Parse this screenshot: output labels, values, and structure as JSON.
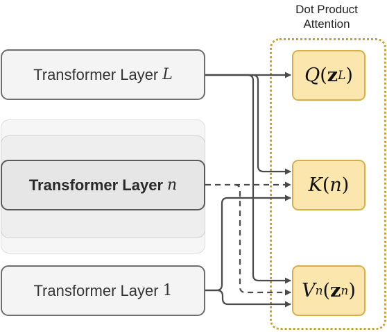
{
  "attention": {
    "title_line1": "Dot Product",
    "title_line2": "Attention",
    "query": {
      "func": "Q",
      "arg": "z",
      "sub": "L"
    },
    "key": {
      "func": "K",
      "arg": "n"
    },
    "value": {
      "func": "V",
      "func_sub": "n",
      "arg": "z",
      "sub": "n"
    }
  },
  "layers": {
    "top": {
      "label": "Transformer Layer",
      "index": "L"
    },
    "middle": {
      "label": "Transformer Layer",
      "index": "n"
    },
    "bottom": {
      "label": "Transformer Layer",
      "index": "1"
    }
  },
  "colors": {
    "attention_fill": "#fbe6ad",
    "attention_border": "#d9ae4a",
    "attention_frame": "#c9a234",
    "layer_fill": "#f4f4f4",
    "layer_border": "#6e6e6e",
    "arrow": "#4a4a4a"
  }
}
